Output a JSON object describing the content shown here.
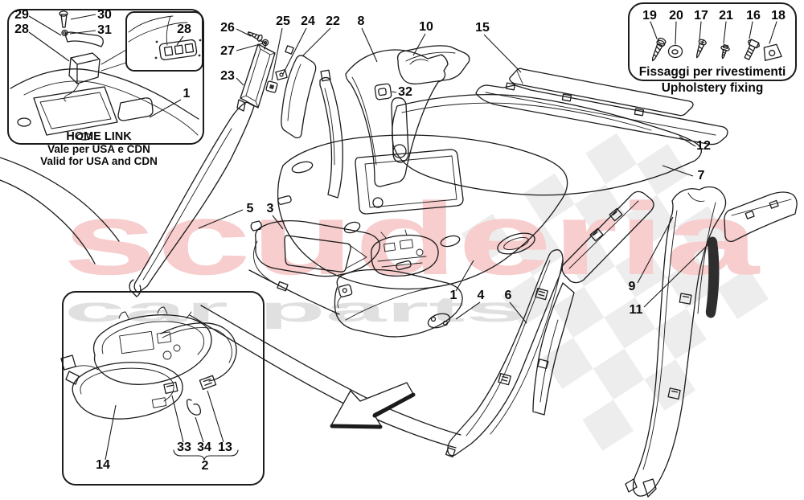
{
  "diagram": {
    "watermark": {
      "brand": "scuderia",
      "sub": "car parts"
    },
    "colors": {
      "line": "#1b1b1b",
      "watermark_pink": "#f7cdcd",
      "watermark_gray": "#e0e0e0",
      "checker": "#ededed"
    },
    "homelink_inset": {
      "title": "HOME LINK",
      "note_line1": "Vale per USA e CDN",
      "note_line2": "Valid for USA and CDN",
      "callouts": {
        "c29": "29",
        "c30": "30",
        "c28": "28",
        "c31": "31",
        "c28_switch": "28",
        "c1": "1"
      }
    },
    "fastener_legend": {
      "caption_line1": "Fissaggi per rivestimenti",
      "caption_line2": "Upholstery fixing",
      "callouts": {
        "c19": "19",
        "c20": "20",
        "c17": "17",
        "c21": "21",
        "c16": "16",
        "c18": "18"
      }
    },
    "console_inset": {
      "callouts": {
        "c14": "14",
        "c33": "33",
        "c34": "34",
        "c13": "13",
        "c2": "2"
      }
    },
    "callouts": {
      "c26": "26",
      "c27": "27",
      "c23": "23",
      "c25": "25",
      "c24": "24",
      "c22": "22",
      "c8": "8",
      "c10": "10",
      "c15": "15",
      "c32": "32",
      "c12": "12",
      "c7": "7",
      "c5": "5",
      "c3": "3",
      "c1": "1",
      "c4": "4",
      "c6": "6",
      "c9": "9",
      "c11": "11"
    }
  }
}
